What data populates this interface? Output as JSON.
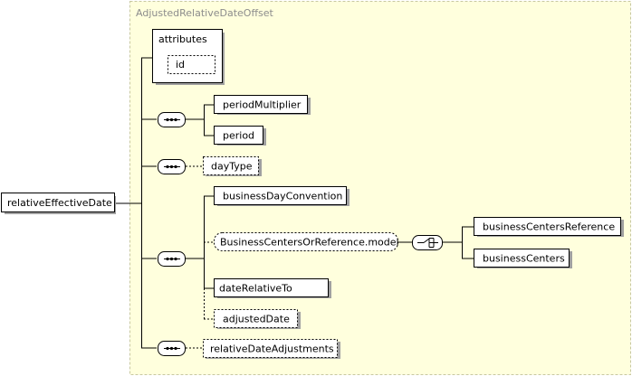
{
  "diagram": {
    "type_name": "AdjustedRelativeDateOffset",
    "root": "relativeEffectiveDate",
    "attributes": {
      "title": "attributes",
      "items": [
        "id"
      ]
    },
    "sequence_1": {
      "elements": [
        "periodMultiplier",
        "period"
      ]
    },
    "sequence_2": {
      "elements": [
        "dayType"
      ]
    },
    "sequence_3": {
      "elements": [
        "businessDayConvention",
        "BusinessCentersOrReference.model",
        "dateRelativeTo",
        "adjustedDate"
      ],
      "choice_elements": [
        "businessCentersReference",
        "businessCenters"
      ]
    },
    "sequence_4": {
      "elements": [
        "relativeDateAdjustments"
      ]
    },
    "colors": {
      "type_box_fill": "#ffffdd",
      "type_box_border": "#c8c8a0",
      "element_fill": "#ffffff",
      "element_border": "#000000",
      "shadow": "#a0a0a0",
      "line": "#000000",
      "type_label": "#8c8c8c"
    }
  }
}
